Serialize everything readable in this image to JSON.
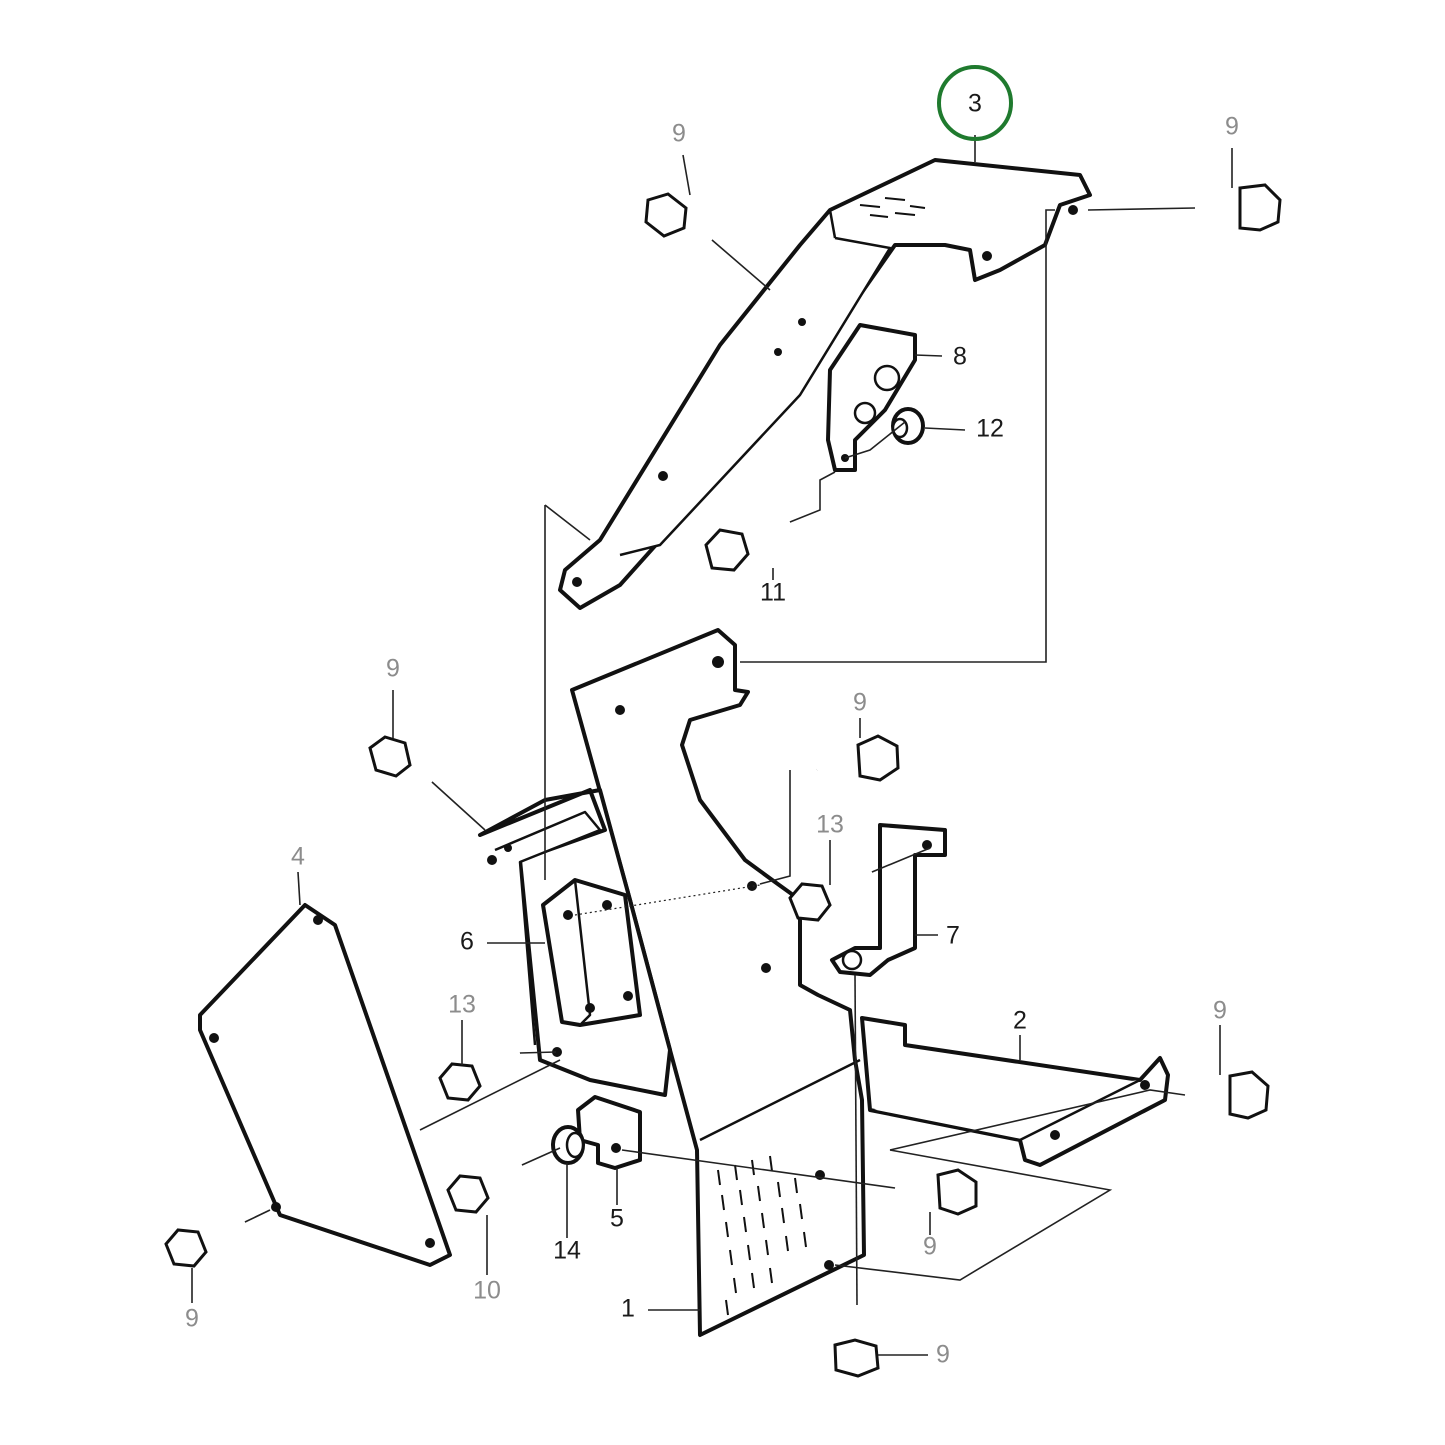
{
  "diagram": {
    "labels": {
      "l1": "1",
      "l2": "2",
      "l3": "3",
      "l4": "4",
      "l5": "5",
      "l6": "6",
      "l7": "7",
      "l8": "8",
      "l9": "9",
      "l10": "10",
      "l11": "11",
      "l12": "12",
      "l13": "13",
      "l14": "14"
    },
    "highlight": {
      "part": "3",
      "color": "#1f7a2e"
    }
  }
}
